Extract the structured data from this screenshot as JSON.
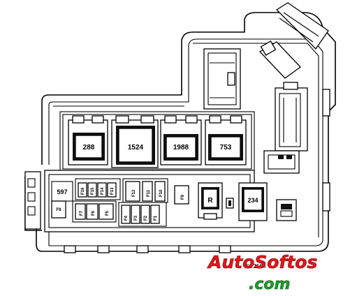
{
  "relays": {
    "r288": "288",
    "r1524": "1524",
    "r1988": "1988",
    "r753": "753",
    "r597": "597",
    "r234": "234",
    "rR": "R"
  },
  "fuses": {
    "f16": "F16",
    "f15": "F15",
    "f14": "F14",
    "f13": "F13",
    "f12": "F12",
    "f11": "F11",
    "f10": "F10",
    "f9": "F9",
    "f8": "F8",
    "f7": "F7",
    "f6": "F6",
    "f5": "F5",
    "f4": "F4",
    "f3": "F3",
    "f2": "F2",
    "f1": "F1"
  },
  "figure_code": "SE2556",
  "watermark": {
    "line1": "AutoSoftos",
    "line2": ".com"
  }
}
